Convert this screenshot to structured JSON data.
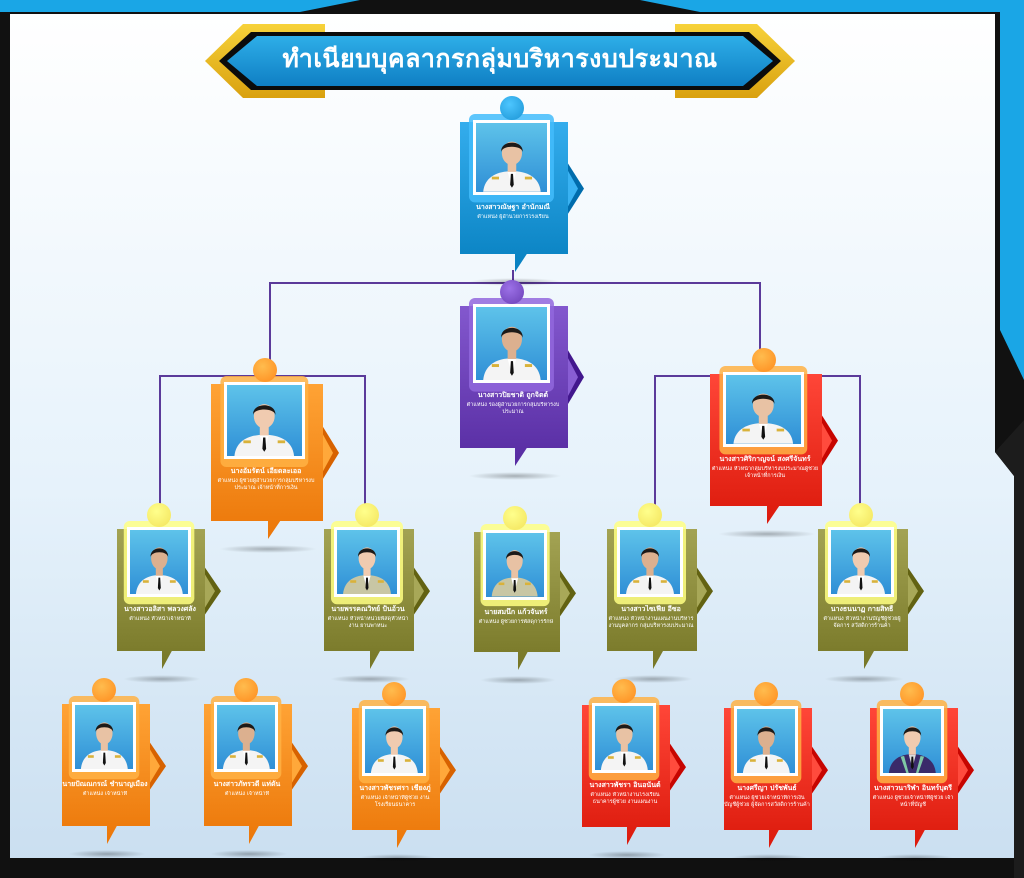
{
  "title": "ทำเนียบบุคลากรกลุ่มบริหารงบประมาณ",
  "colors": {
    "blue": "#1b94d4",
    "purple": "#6a3fb5",
    "orange": "#ff8a1c",
    "red": "#ef2d1f",
    "olive": "#8a8a3a",
    "yellow": "#f2e25a",
    "line": "#5b3a9a"
  },
  "people": [
    {
      "id": "director",
      "name": "นางสาวณัษฐา อำนักมณี",
      "role": "ตำแหน่ง ผู้อำนวยการโรงเรียน",
      "color": "blue",
      "accent": "blue",
      "dress": "white"
    },
    {
      "id": "deputy",
      "name": "นางสาวปิยชาติ ถูกจิตต์",
      "role": "ตำแหน่ง รองผู้อำนวยการกลุ่มบริหารงบประมาณ",
      "color": "purple",
      "accent": "purple",
      "dress": "white"
    },
    {
      "id": "left-head",
      "name": "นางอัมรัตน์ เอียดละเออ",
      "role": "ตำแหน่ง ผู้ช่วยผู้อำนวยการกลุ่มบริหารงบประมาณ เจ้าหน้าที่การเงิน",
      "color": "orange",
      "accent": "orange",
      "dress": "white"
    },
    {
      "id": "right-head",
      "name": "นางสาวศิริกาญจน์ สงศรีจันทร์",
      "role": "ตำแหน่ง หัวหน้ากลุ่มบริหารงบประมาณผู้ช่วย เจ้าหน้าที่การเงิน",
      "color": "red",
      "accent": "orange",
      "dress": "white"
    },
    {
      "id": "l2-1",
      "name": "นางสาวอลิสา พลวงศลัง",
      "role": "ตำแหน่ง หัวหน้าเจ้าหน้าที่",
      "color": "olive",
      "accent": "yellow",
      "dress": "white"
    },
    {
      "id": "l2-2",
      "name": "นายพรรคณวิทย์ ปั้นอ้วน",
      "role": "ตำแหน่ง หัวหน้าหน่วยพัสดุหัวหน้างาน ยานพาหนะ",
      "color": "olive",
      "accent": "yellow",
      "dress": "khaki"
    },
    {
      "id": "l2-3",
      "name": "นายสมนึก แก้วจันทร์",
      "role": "ตำแหน่ง ผู้ช่วยการพัสดุการรักษ์",
      "color": "olive",
      "accent": "yellow",
      "dress": "khaki"
    },
    {
      "id": "l2-4",
      "name": "นางสาวไซเฟีย อีซอ",
      "role": "ตำแหน่ง หัวหน้างานแผนงานบริหารงานบุคลากร กลุ่มบริหารงบประมาณ",
      "color": "olive",
      "accent": "yellow",
      "dress": "white"
    },
    {
      "id": "l2-5",
      "name": "นางธนนาฏ กายสิทธิ์",
      "role": "ตำแหน่ง หัวหน้างานบัญชีผู้ช่วยผู้จัดการ สวัสดิการร้านค้า",
      "color": "olive",
      "accent": "yellow",
      "dress": "white"
    },
    {
      "id": "l3-1",
      "name": "นายปัณณกรณ์ ชำนาญเมือง",
      "role": "ตำแหน่ง เจ้าหน้าที่",
      "color": "orange",
      "accent": "orange",
      "dress": "white"
    },
    {
      "id": "l3-2",
      "name": "นางสาวภัทรวดี แท่ดัน",
      "role": "ตำแหน่ง เจ้าหน้าที่",
      "color": "orange",
      "accent": "orange",
      "dress": "white"
    },
    {
      "id": "l3-3",
      "name": "นางสาวพัชรศรา เชียงภู่",
      "role": "ตำแหน่ง เจ้าหน้าที่ผู้ช่วย งานโรงเรียนธนาคาร",
      "color": "orange",
      "accent": "orange",
      "dress": "white"
    },
    {
      "id": "l3-4",
      "name": "นางสาวพัชรา อินอนันต์",
      "role": "ตำแหน่ง หัวหน้างานโรงเรียนธนาคารผู้ช่วย งานแผนงาน",
      "color": "red",
      "accent": "orange",
      "dress": "white"
    },
    {
      "id": "l3-5",
      "name": "นางศรีญา ปรัชพันธ์",
      "role": "ตำแหน่ง ผู้ช่วยเจ้าหน้าที่การเงิน บัญชีผู้ช่วย ผู้จัดการสวัสดิการร้านค้า",
      "color": "red",
      "accent": "orange",
      "dress": "white"
    },
    {
      "id": "l3-6",
      "name": "นางสาวนาริฬา อินทร์บุตรี",
      "role": "ตำแหน่ง ผู้ช่วยเจ้าหน้าที่ผู้ช่วย เจ้าหน้าที่บัญชี",
      "color": "red",
      "accent": "orange",
      "dress": "gown"
    }
  ]
}
